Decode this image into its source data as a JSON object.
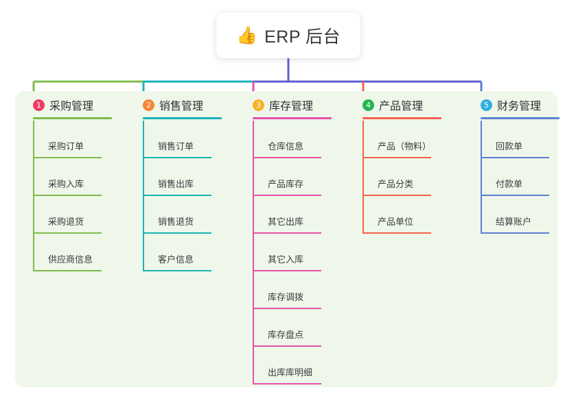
{
  "root": {
    "icon": "thumbs-up-icon",
    "icon_glyph": "👍",
    "title": "ERP 后台"
  },
  "theme": {
    "panel_bg": "#eef7e9",
    "card_bg": "#ffffff",
    "text": "#2f3136",
    "item_text": "#3a3c40",
    "bus_left": "#7fba4c",
    "bus_mid": "#18b3b7",
    "bus_right": "#5b5fd0",
    "stem": "#5b5fd0"
  },
  "columns": [
    {
      "number": "1",
      "title": "采购管理",
      "badge_color": "#ef3b62",
      "line_color": "#7fba4c",
      "items": [
        {
          "label": "采购订单"
        },
        {
          "label": "采购入库"
        },
        {
          "label": "采购退货"
        },
        {
          "label": "供应商信息"
        }
      ]
    },
    {
      "number": "2",
      "title": "销售管理",
      "badge_color": "#f58634",
      "line_color": "#18b3b7",
      "items": [
        {
          "label": "销售订单"
        },
        {
          "label": "销售出库"
        },
        {
          "label": "销售退货"
        },
        {
          "label": "客户信息"
        }
      ]
    },
    {
      "number": "3",
      "title": "库存管理",
      "badge_color": "#f7b12a",
      "line_color": "#e84fa8",
      "items": [
        {
          "label": "仓库信息"
        },
        {
          "label": "产品库存"
        },
        {
          "label": "其它出库"
        },
        {
          "label": "其它入库"
        },
        {
          "label": "库存调拨"
        },
        {
          "label": "库存盘点"
        },
        {
          "label": "出库库明细"
        }
      ]
    },
    {
      "number": "4",
      "title": "产品管理",
      "badge_color": "#24b552",
      "line_color": "#f4604f",
      "items": [
        {
          "label": "产品（物料）"
        },
        {
          "label": "产品分类"
        },
        {
          "label": "产品单位"
        }
      ]
    },
    {
      "number": "5",
      "title": "财务管理",
      "badge_color": "#31aee0",
      "line_color": "#5b7fd4",
      "items": [
        {
          "label": "回款单"
        },
        {
          "label": "付款单"
        },
        {
          "label": "结算账户"
        }
      ]
    }
  ]
}
